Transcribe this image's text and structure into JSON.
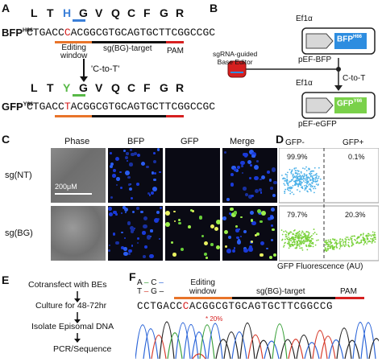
{
  "panels": {
    "a": "A",
    "b": "B",
    "c": "C",
    "d": "D",
    "e": "E",
    "f": "F"
  },
  "panelA": {
    "bfp_label": "BFP",
    "bfp_sup": "H66",
    "gfp_label": "GFP",
    "gfp_sup": "Y66",
    "bfp_aa": [
      "L",
      "T",
      "H",
      "G",
      "V",
      "Q",
      "C",
      "F",
      "G",
      "R"
    ],
    "gfp_aa": [
      "L",
      "T",
      "Y",
      "G",
      "V",
      "Q",
      "C",
      "F",
      "G",
      "R"
    ],
    "bfp_seq_pre": "CTGACC",
    "bfp_seq_mid": "C",
    "bfp_seq_post": "ACGGCGTGCAGTGCTTCGGCCGC",
    "gfp_seq_pre": "CTGACC",
    "gfp_seq_mid": "T",
    "gfp_seq_post": "ACGGCGTGCAGTGCTTCGGCCGC",
    "editing_window": "Editing\nwindow",
    "target": "sg(BG)-target",
    "pam": "PAM",
    "conversion": "'C-to-T'"
  },
  "panelB": {
    "promoter": "Ef1α",
    "bfp_box": "BFP",
    "bfp_sup": "H66",
    "plasmid_bfp": "pEF-BFP",
    "editor": "sgRNA-guided\nBase Editor",
    "conversion": "C-to-T",
    "promoter2": "Ef1α",
    "gfp_box": "GFP",
    "gfp_sup": "Y66",
    "plasmid_gfp": "pEF-eGFP"
  },
  "panelC": {
    "columns": [
      "Phase",
      "BFP",
      "GFP",
      "Merge"
    ],
    "rows": [
      "sg(NT)",
      "sg(BG)"
    ],
    "scale": "200μM"
  },
  "panelD": {
    "gfp_neg": "GFP-",
    "gfp_pos": "GFP+",
    "top_left_pct": "99.9%",
    "top_right_pct": "0.1%",
    "bottom_left_pct": "79.7%",
    "bottom_right_pct": "20.3%",
    "xlabel": "GFP Fluorescence (AU)"
  },
  "panelE": {
    "steps": [
      "Cotransfect with BEs",
      "Culture for 48-72hr",
      "Isolate Episomal DNA",
      "PCR/Sequence"
    ]
  },
  "panelF": {
    "legend_a": "A",
    "legend_c": "C",
    "legend_t": "T",
    "legend_g": "G",
    "editing_window": "Editing\nwindow",
    "target": "sg(BG)-target",
    "pam": "PAM",
    "seq_pre": "CCTGACC",
    "seq_mid": "C",
    "seq_post": "ACGGCGTGCAGTGCTTCGGCCG",
    "edit_note": "* 20%"
  },
  "colors": {
    "blue_highlight": "#3a7fd8",
    "green_highlight": "#58b947",
    "red": "#d62020",
    "orange": "#e8742a",
    "bfp_box": "#2d8de0",
    "gfp_box": "#7ad14a",
    "scatter_blue": "#4ab0e8",
    "scatter_green": "#79d13a",
    "trace_a": "#3aa13a",
    "trace_c": "#2a64d8",
    "trace_t": "#d63a2a",
    "trace_g": "#222222"
  }
}
